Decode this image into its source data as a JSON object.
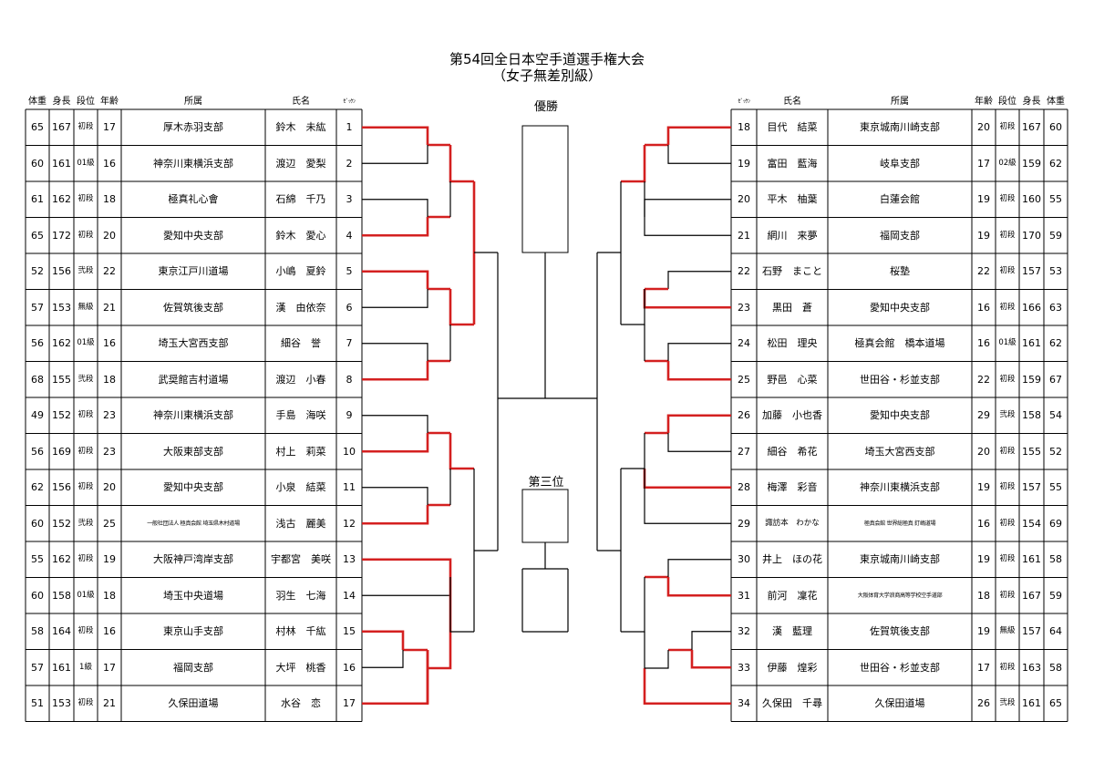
{
  "title": "第54回全日本空手道選手権大会",
  "subtitle": "（女子無差別級）",
  "winner_label": "優勝",
  "third_label": "第三位",
  "left_headers": [
    "体重",
    "身長",
    "段位",
    "年齢",
    "所属",
    "氏名",
    "ｾﾞｯｹﾝ"
  ],
  "right_headers": [
    "ｾﾞｯｹﾝ",
    "氏名",
    "所属",
    "年齢",
    "段位",
    "身長",
    "体重"
  ],
  "left_players": [
    {
      "weight": "65",
      "height": "167",
      "rank": "初段",
      "age": "17",
      "affiliation": "厚木赤羽支部",
      "name": "鈴木　未紘",
      "bib": "1"
    },
    {
      "weight": "60",
      "height": "161",
      "rank": "01級",
      "age": "16",
      "affiliation": "神奈川東横浜支部",
      "name": "渡辺　愛梨",
      "bib": "2"
    },
    {
      "weight": "61",
      "height": "162",
      "rank": "初段",
      "age": "18",
      "affiliation": "極真礼心會",
      "name": "石綿　千乃",
      "bib": "3"
    },
    {
      "weight": "65",
      "height": "172",
      "rank": "初段",
      "age": "20",
      "affiliation": "愛知中央支部",
      "name": "鈴木　愛心",
      "bib": "4"
    },
    {
      "weight": "52",
      "height": "156",
      "rank": "弐段",
      "age": "22",
      "affiliation": "東京江戸川道場",
      "name": "小嶋　夏鈴",
      "bib": "5"
    },
    {
      "weight": "57",
      "height": "153",
      "rank": "無級",
      "age": "21",
      "affiliation": "佐賀筑後支部",
      "name": "漢　由依奈",
      "bib": "6"
    },
    {
      "weight": "56",
      "height": "162",
      "rank": "01級",
      "age": "16",
      "affiliation": "埼玉大宮西支部",
      "name": "細谷　誉",
      "bib": "7"
    },
    {
      "weight": "68",
      "height": "155",
      "rank": "弐段",
      "age": "18",
      "affiliation": "武奨館吉村道場",
      "name": "渡辺　小春",
      "bib": "8"
    },
    {
      "weight": "49",
      "height": "152",
      "rank": "初段",
      "age": "23",
      "affiliation": "神奈川東横浜支部",
      "name": "手島　海咲",
      "bib": "9"
    },
    {
      "weight": "56",
      "height": "169",
      "rank": "初段",
      "age": "23",
      "affiliation": "大阪東部支部",
      "name": "村上　莉菜",
      "bib": "10"
    },
    {
      "weight": "62",
      "height": "156",
      "rank": "初段",
      "age": "20",
      "affiliation": "愛知中央支部",
      "name": "小泉　結菜",
      "bib": "11"
    },
    {
      "weight": "60",
      "height": "152",
      "rank": "弐段",
      "age": "25",
      "affiliation": "一般社団法人 極真会館 埼玉県木村道場",
      "name": "浅古　麗美",
      "bib": "12"
    },
    {
      "weight": "55",
      "height": "162",
      "rank": "初段",
      "age": "19",
      "affiliation": "大阪神戸湾岸支部",
      "name": "宇都宮　美咲",
      "bib": "13"
    },
    {
      "weight": "60",
      "height": "158",
      "rank": "01級",
      "age": "18",
      "affiliation": "埼玉中央道場",
      "name": "羽生　七海",
      "bib": "14"
    },
    {
      "weight": "58",
      "height": "164",
      "rank": "初段",
      "age": "16",
      "affiliation": "東京山手支部",
      "name": "村林　千紘",
      "bib": "15"
    },
    {
      "weight": "57",
      "height": "161",
      "rank": "1級",
      "age": "17",
      "affiliation": "福岡支部",
      "name": "大坪　桃香",
      "bib": "16"
    },
    {
      "weight": "51",
      "height": "153",
      "rank": "初段",
      "age": "21",
      "affiliation": "久保田道場",
      "name": "水谷　恋",
      "bib": "17"
    }
  ],
  "right_players": [
    {
      "bib": "18",
      "name": "目代　結菜",
      "affiliation": "東京城南川崎支部",
      "age": "20",
      "rank": "初段",
      "height": "167",
      "weight": "60"
    },
    {
      "bib": "19",
      "name": "富田　藍海",
      "affiliation": "岐阜支部",
      "age": "17",
      "rank": "02級",
      "height": "159",
      "weight": "62"
    },
    {
      "bib": "20",
      "name": "平木　柚葉",
      "affiliation": "白蓮会館",
      "age": "19",
      "rank": "初段",
      "height": "160",
      "weight": "55"
    },
    {
      "bib": "21",
      "name": "網川　来夢",
      "affiliation": "福岡支部",
      "age": "19",
      "rank": "初段",
      "height": "170",
      "weight": "59"
    },
    {
      "bib": "22",
      "name": "石野　まこと",
      "affiliation": "桜塾",
      "age": "22",
      "rank": "初段",
      "height": "157",
      "weight": "53"
    },
    {
      "bib": "23",
      "name": "黒田　蒼",
      "affiliation": "愛知中央支部",
      "age": "16",
      "rank": "初段",
      "height": "166",
      "weight": "63"
    },
    {
      "bib": "24",
      "name": "松田　理央",
      "affiliation": "極真会館　橋本道場",
      "age": "16",
      "rank": "01級",
      "height": "161",
      "weight": "62"
    },
    {
      "bib": "25",
      "name": "野邑　心菜",
      "affiliation": "世田谷・杉並支部",
      "age": "22",
      "rank": "初段",
      "height": "159",
      "weight": "67"
    },
    {
      "bib": "26",
      "name": "加藤　小也香",
      "affiliation": "愛知中央支部",
      "age": "29",
      "rank": "弐段",
      "height": "158",
      "weight": "54"
    },
    {
      "bib": "27",
      "name": "細谷　希花",
      "affiliation": "埼玉大宮西支部",
      "age": "20",
      "rank": "初段",
      "height": "155",
      "weight": "52"
    },
    {
      "bib": "28",
      "name": "梅澤　彩音",
      "affiliation": "神奈川東横浜支部",
      "age": "19",
      "rank": "初段",
      "height": "157",
      "weight": "55"
    },
    {
      "bib": "29",
      "name": "諏訪本　わかな",
      "affiliation": "極真会館 世界総極真 釘嶋道場",
      "age": "16",
      "rank": "初段",
      "height": "154",
      "weight": "69"
    },
    {
      "bib": "30",
      "name": "井上　ほの花",
      "affiliation": "東京城南川崎支部",
      "age": "19",
      "rank": "初段",
      "height": "161",
      "weight": "58"
    },
    {
      "bib": "31",
      "name": "前河　凜花",
      "affiliation": "大阪体育大学浪商高等学校空手道部",
      "age": "18",
      "rank": "初段",
      "height": "167",
      "weight": "59"
    },
    {
      "bib": "32",
      "name": "漢　藍理",
      "affiliation": "佐賀筑後支部",
      "age": "19",
      "rank": "無級",
      "height": "157",
      "weight": "64"
    },
    {
      "bib": "33",
      "name": "伊藤　煌彩",
      "affiliation": "世田谷・杉並支部",
      "age": "17",
      "rank": "初段",
      "height": "163",
      "weight": "58"
    },
    {
      "bib": "34",
      "name": "久保田　千尋",
      "affiliation": "久保田道場",
      "age": "26",
      "rank": "弐段",
      "height": "161",
      "weight": "65"
    }
  ],
  "colors": {
    "advance_line": "#d42020",
    "bracket_line": "#000000",
    "grid": "#000000"
  }
}
